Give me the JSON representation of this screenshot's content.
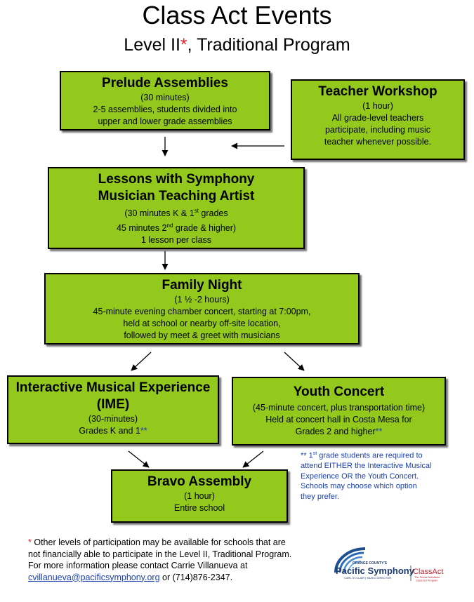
{
  "title": "Class Act Events",
  "subtitle": {
    "main": "Level II",
    "asterisk": "*",
    "rest": ", Traditional Program"
  },
  "boxes": {
    "prelude": {
      "heading": "Prelude Assemblies",
      "lines": [
        "(30 minutes)",
        "2-5 assemblies, students divided into",
        "upper and lower grade assemblies"
      ]
    },
    "workshop": {
      "heading": "Teacher Workshop",
      "lines": [
        "(1 hour)",
        "All grade-level teachers",
        "participate, including music",
        "teacher whenever possible."
      ]
    },
    "lessons": {
      "heading_1": "Lessons with Symphony",
      "heading_2": "Musician Teaching Artist",
      "line_1_a": "(30 minutes K & 1",
      "line_1_sup": "st",
      "line_1_b": " grades",
      "line_2_a": "45 minutes 2",
      "line_2_sup": "nd",
      "line_2_b": " grade & higher)",
      "line_3": "1 lesson per class"
    },
    "family": {
      "heading": "Family Night",
      "lines": [
        "(1 ½ -2 hours)",
        "45-minute evening chamber concert, starting at 7:00pm,",
        "held at school or nearby off-site location,",
        "followed by meet & greet with musicians"
      ]
    },
    "ime": {
      "heading_1": "Interactive Musical Experience",
      "heading_2": "(IME)",
      "line_1": "(30-minutes)",
      "line_2": "Grades K and 1",
      "line_2_mark": "**"
    },
    "youth": {
      "heading": "Youth Concert",
      "line_1": "(45-minute concert, plus transportation time)",
      "line_2": "Held at concert hall in Costa Mesa for",
      "line_3": "Grades 2 and higher",
      "line_3_mark": "**"
    },
    "bravo": {
      "heading": "Bravo Assembly",
      "lines": [
        "(1 hour)",
        "Entire school"
      ]
    }
  },
  "note": {
    "mark": "** 1",
    "sup": "st",
    "text_1": " grade students are required to",
    "lines": [
      "attend EITHER the Interactive Musical",
      "Experience OR the Youth Concert.",
      "Schools may choose which option",
      "they prefer."
    ]
  },
  "footer": {
    "asterisk": "*",
    "line_1": " Other levels of participation may be available for schools that are",
    "line_2": "not financially able to participate in the Level II, Traditional Program.",
    "line_3": "For more information please contact Carrie Villanueva at",
    "email": "cvillanueva@pacificsymphony.org",
    "phone": " or (714)876-2347."
  },
  "logo": {
    "org_top": "ORANGE COUNTY'S",
    "org_name": "Pacific Symphony",
    "director": "CARL ST.CLAIR | MUSIC DIRECTOR",
    "program": "ClassAct",
    "program_sub_1": "The Frieda Belinfante",
    "program_sub_2": "Class Act Program"
  },
  "colors": {
    "box_fill": "#92c91c",
    "accent_red": "#e8202a",
    "note_blue": "#1a3fb5"
  }
}
